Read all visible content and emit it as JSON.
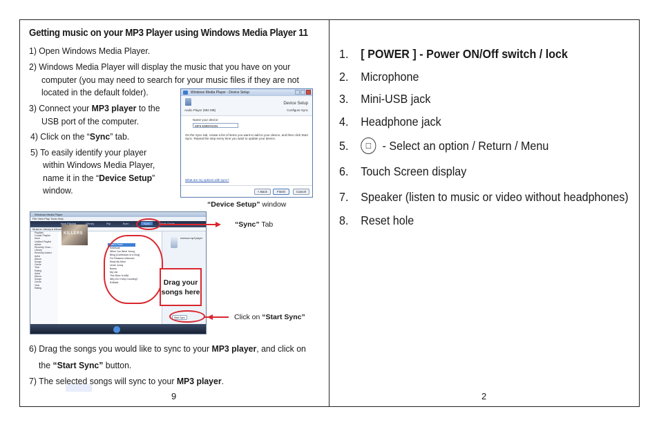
{
  "left_page": {
    "heading": "Getting music on your MP3 Player using Windows Media Player 11",
    "step1": "1)  Open Windows Media Player.",
    "step2_line1": "2)  Windows Media Player will display the music that you have on your",
    "step2_line2": "computer (you may need to search for your music files if they are not",
    "step2_line3": "located in the default folder).",
    "step3_pre": "3)  Connect your ",
    "step3_bold": "MP3 player",
    "step3_post": " to the",
    "step3_line2": "USB port of the computer.",
    "step4_pre": "4) Click on the “",
    "step4_bold": "Sync",
    "step4_post": "” tab.",
    "step5_line1": "5) To easily identify your player",
    "step5_line2": "within Windows Media Player,",
    "step5_line3_pre": "name it in the  “",
    "step5_line3_bold": "Device Setup",
    "step5_line3_post": "”",
    "step5_line4": "window.",
    "device_setup_caption_bold": "“Device Setup”",
    "device_setup_caption_rest": " window",
    "sync_tab_caption_bold": "“Sync”",
    "sync_tab_caption_rest": " Tab",
    "drag_box_line1": "Drag your",
    "drag_box_line2": "songs here",
    "start_sync_caption_pre": "Click on ",
    "start_sync_caption_bold": "“Start Sync”",
    "step6_pre": "6) Drag the songs you would like to sync to your ",
    "step6_bold": "MP3 player",
    "step6_post": ", and click on",
    "step6_line2_pre": "the  ",
    "step6_line2_bold": "“Start Sync”",
    "step6_line2_post": " button.",
    "step7_pre": "7) The selected songs will sync to your ",
    "step7_bold": "MP3 player",
    "step7_post": ".",
    "page_number": "9"
  },
  "device_setup_window": {
    "title": "Windows Media Player - Device Setup",
    "header": "Device Setup",
    "subheader_left": "Audio Player (982 MB)",
    "subheader_right": "Configure Sync",
    "name_label": "Name your device:",
    "name_value": "MP3 EMERSON",
    "body_line1": "On the Sync tab, create a list of items you want to add to your device, and then click Start",
    "body_line2": "Sync. Repeat the step every time you want to update your device.",
    "link": "What are my options with sync?",
    "back": "< Back",
    "finish": "Finish",
    "cancel": "Cancel"
  },
  "wmp_window": {
    "title": "Windows Media Player",
    "menu": "File   View   Play   Tools   Help",
    "tabs": [
      "Now Playing",
      "Library",
      "Rip",
      "Burn",
      "Sync",
      "Media Guide"
    ],
    "address": "Music  ▸  Library  ▸  Album  ▸  Sam's Town",
    "album_art_text": "KILLERS",
    "nav_items": [
      "Playlists",
      "Create Playlist",
      "ebcd",
      "Untitled Playlist",
      "abtest",
      "Recently Chan...",
      "Library",
      "Recently Added",
      "Artist",
      "Album",
      "Songs",
      "Genre",
      "Year",
      "Rating",
      "Artist",
      "Album",
      "Songs",
      "Genre",
      "Year",
      "Rating"
    ],
    "songs": [
      "Sam's Town",
      "Enterlude",
      "When You Were Young",
      "Bling (Confession of a King)",
      "For Reasons Unknown",
      "Read My Mind",
      "Uncle Jonny",
      "Bones",
      "My List",
      "This River Is Wild",
      "Why Do I Keep Counting?",
      "Exitlude"
    ],
    "device_name": "emerson mp3 player",
    "start_sync": "Start Sync"
  },
  "right_page": {
    "items": [
      {
        "num": "1.",
        "label": "[ POWER ] - Power ON/Off switch / lock"
      },
      {
        "num": "2.",
        "label": "Microphone"
      },
      {
        "num": "3.",
        "label": "Mini-USB jack"
      },
      {
        "num": "4.",
        "label": "Headphone jack"
      },
      {
        "num": "5.",
        "icon": "□",
        "label": "- Select an option / Return / Menu"
      },
      {
        "num": "6.",
        "label": "Touch Screen display"
      },
      {
        "num": "7.",
        "label": "Speaker (listen to music or video without headphones)"
      },
      {
        "num": "8.",
        "label": "Reset hole"
      }
    ],
    "page_number": "2"
  }
}
